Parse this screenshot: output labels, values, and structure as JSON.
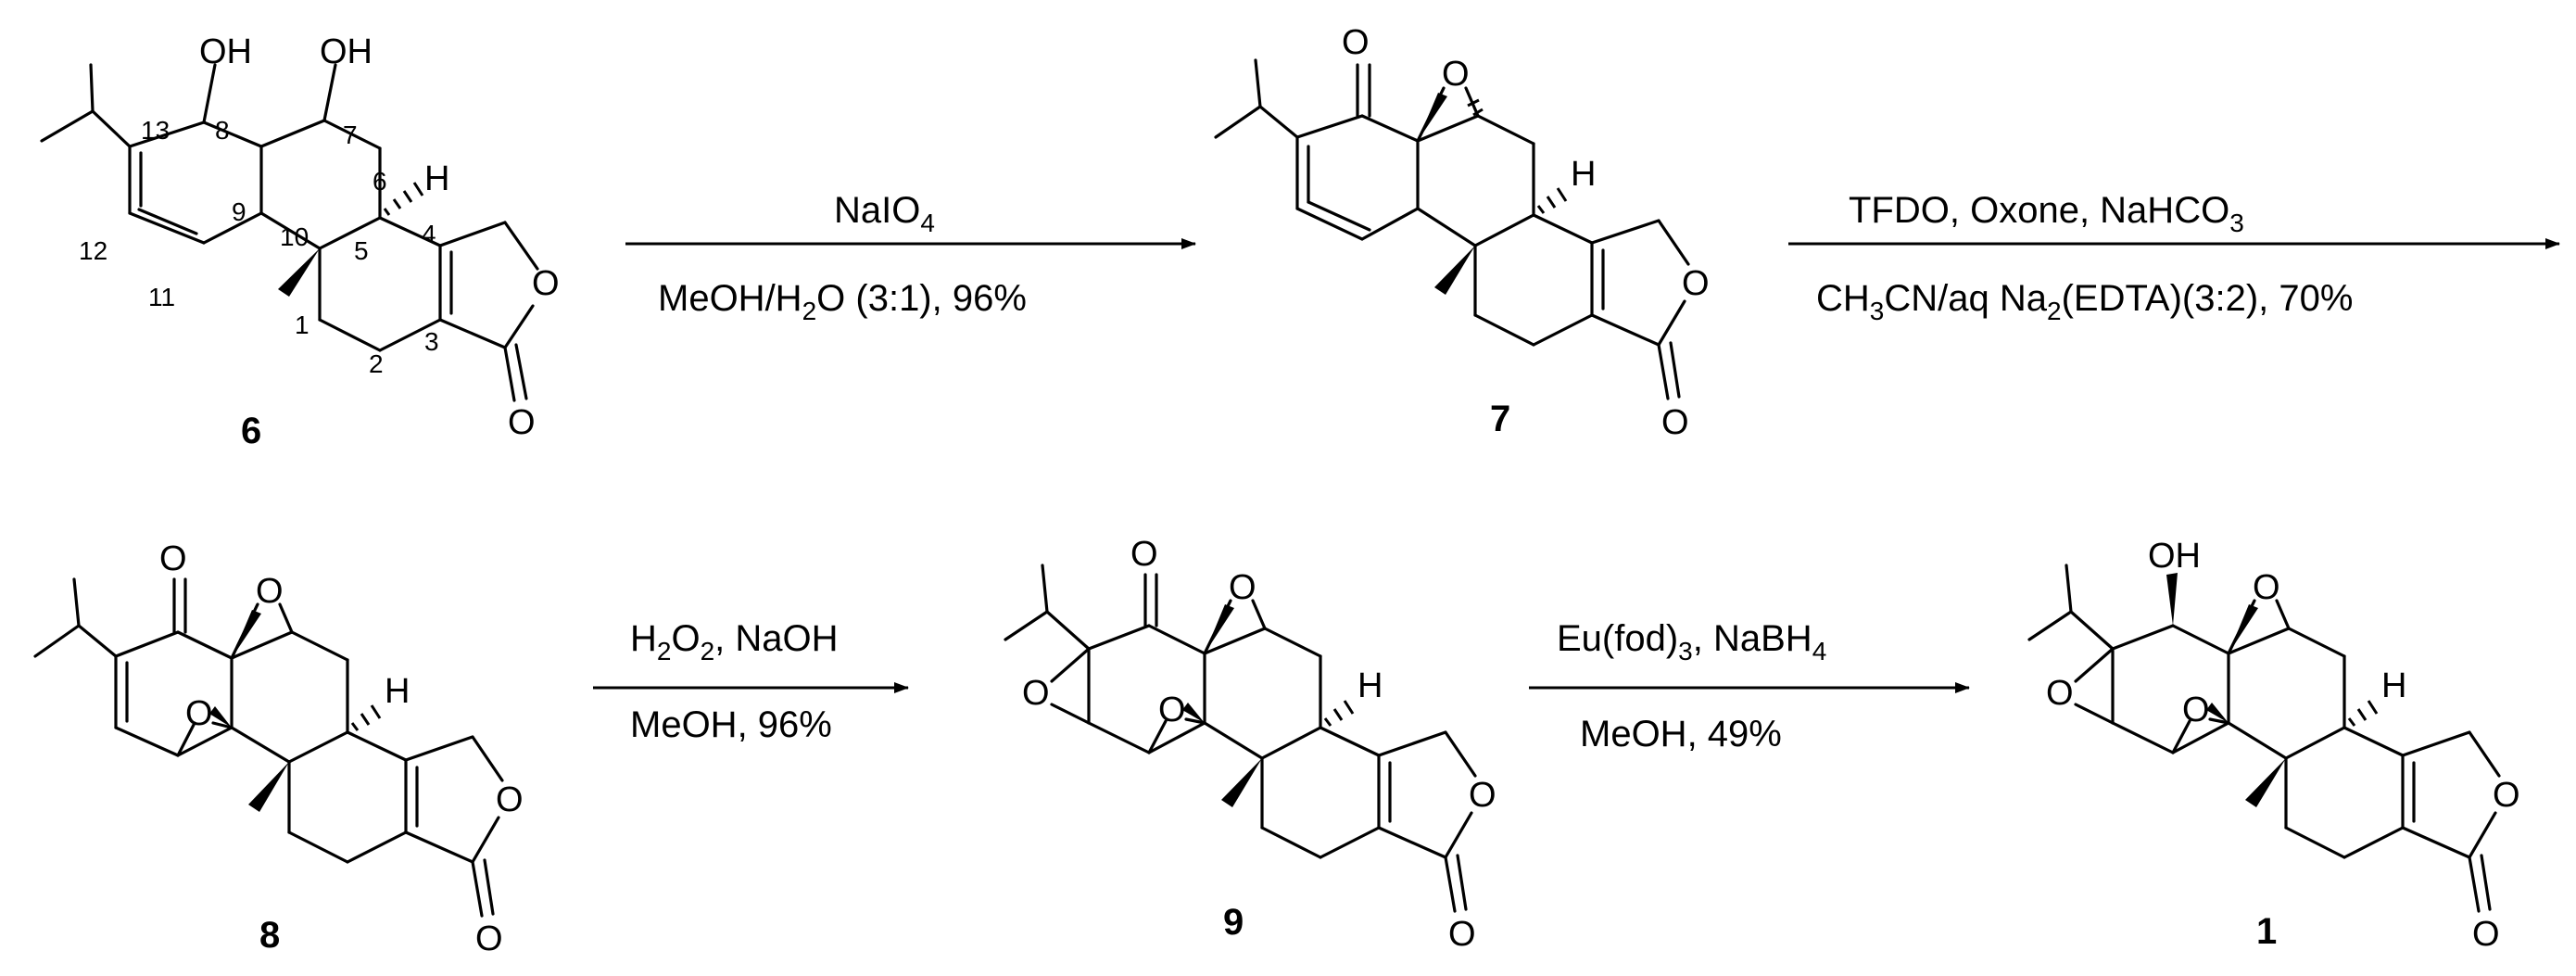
{
  "compounds": [
    {
      "id": "6",
      "label": "6"
    },
    {
      "id": "7",
      "label": "7"
    },
    {
      "id": "8",
      "label": "8"
    },
    {
      "id": "9",
      "label": "9"
    },
    {
      "id": "1",
      "label": "1"
    }
  ],
  "atom_labels": {
    "oh": "OH",
    "o": "O",
    "h": "H"
  },
  "locants_6": {
    "c1": "1",
    "c2": "2",
    "c3": "3",
    "c4": "4",
    "c5": "5",
    "c6": "6",
    "c7": "7",
    "c8": "8",
    "c9": "9",
    "c10": "10",
    "c11": "11",
    "c12": "12",
    "c13": "13"
  },
  "steps": [
    {
      "from": "6",
      "to": "7",
      "above": [
        {
          "t": "NaIO"
        },
        {
          "t": "4",
          "sub": true
        }
      ],
      "below": [
        {
          "t": "MeOH/H"
        },
        {
          "t": "2",
          "sub": true
        },
        {
          "t": "O (3:1), 96%"
        }
      ]
    },
    {
      "from": "7",
      "to": "8",
      "above": [
        {
          "t": "TFDO, Oxone, NaHCO"
        },
        {
          "t": "3",
          "sub": true
        }
      ],
      "below": [
        {
          "t": "CH"
        },
        {
          "t": "3",
          "sub": true
        },
        {
          "t": "CN/aq Na"
        },
        {
          "t": "2",
          "sub": true
        },
        {
          "t": "(EDTA)(3:2), 70%"
        }
      ]
    },
    {
      "from": "8",
      "to": "9",
      "above": [
        {
          "t": "H"
        },
        {
          "t": "2",
          "sub": true
        },
        {
          "t": "O"
        },
        {
          "t": "2",
          "sub": true
        },
        {
          "t": ", NaOH"
        }
      ],
      "below": [
        {
          "t": "MeOH, 96%"
        }
      ]
    },
    {
      "from": "9",
      "to": "1",
      "above": [
        {
          "t": "Eu(fod)"
        },
        {
          "t": "3",
          "sub": true
        },
        {
          "t": ", NaBH"
        },
        {
          "t": "4",
          "sub": true
        }
      ],
      "below": [
        {
          "t": "MeOH, 49%"
        }
      ]
    }
  ]
}
